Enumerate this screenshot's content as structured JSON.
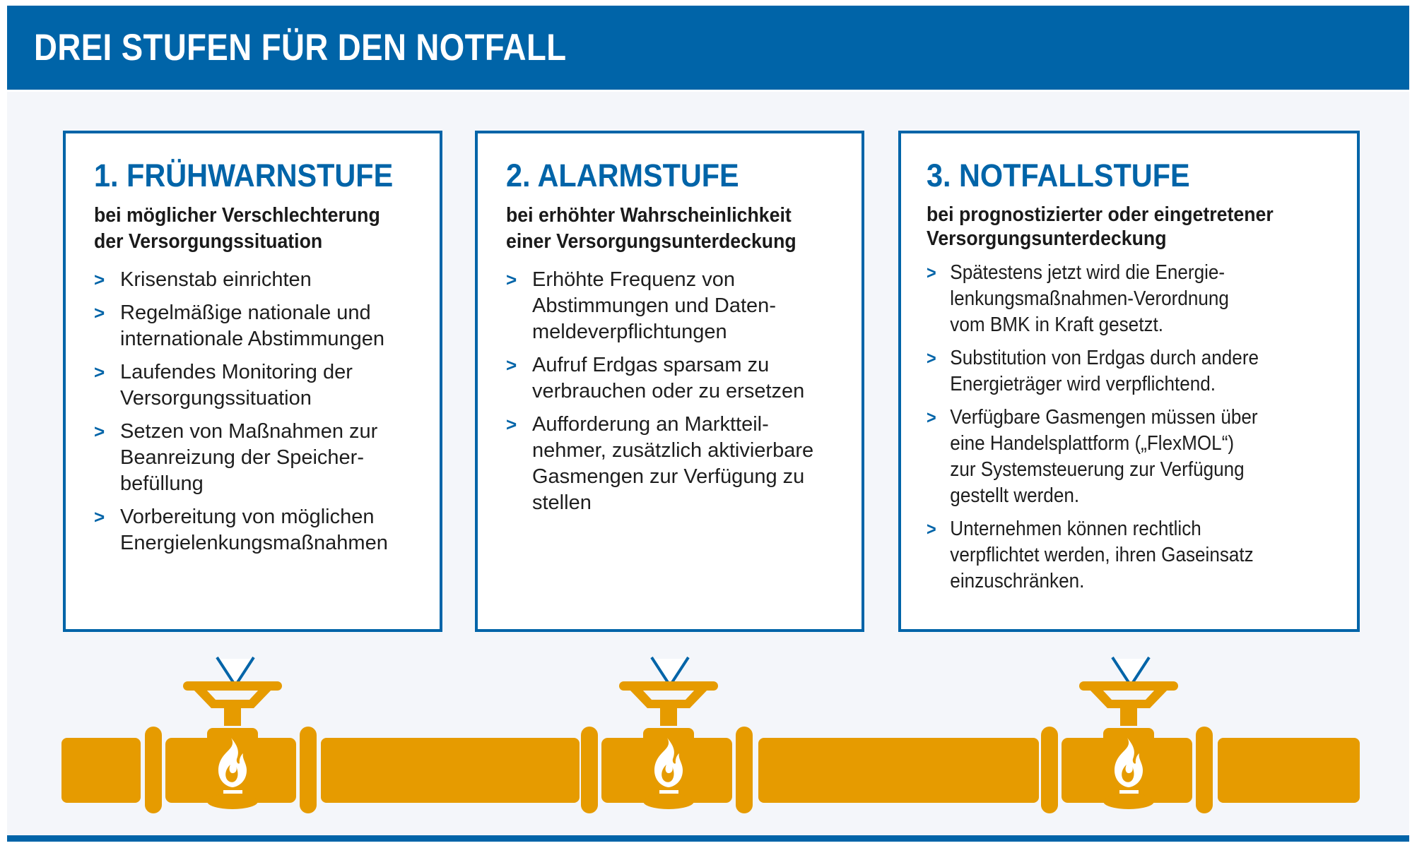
{
  "header": {
    "title": "DREI STUFEN FÜR DEN NOTFALL"
  },
  "colors": {
    "brand_blue": "#0064A8",
    "pipe_orange": "#E69B00",
    "panel_background": "#F4F6FA",
    "text_dark": "#1E1E1E"
  },
  "stages": [
    {
      "heading": "1. FRÜHWARNSTUFE",
      "subtitle_lines": [
        "bei möglicher Verschlechterung",
        "der Versorgungssituation"
      ],
      "bullet_glyph": ">",
      "bullets": [
        {
          "lines": [
            "Krisenstab einrichten"
          ]
        },
        {
          "lines": [
            "Regelmäßige nationale und",
            "internationale Abstimmungen"
          ]
        },
        {
          "lines": [
            "Laufendes Monitoring der",
            "Versorgungssituation"
          ]
        },
        {
          "lines": [
            "Setzen von Maßnahmen zur",
            "Beanreizung der Speicher-",
            "befüllung"
          ]
        },
        {
          "lines": [
            "Vorbereitung von möglichen",
            "Energielenkungsmaßnahmen"
          ]
        }
      ]
    },
    {
      "heading": "2. ALARMSTUFE",
      "subtitle_lines": [
        "bei erhöhter Wahrscheinlichkeit",
        "einer Versorgungsunterdeckung"
      ],
      "bullet_glyph": ">",
      "bullets": [
        {
          "lines": [
            "Erhöhte Frequenz von",
            "Abstimmungen und Daten-",
            "meldeverpflichtungen"
          ]
        },
        {
          "lines": [
            "Aufruf Erdgas sparsam zu",
            "verbrauchen oder zu ersetzen"
          ]
        },
        {
          "lines": [
            "Aufforderung an Marktteil-",
            "nehmer, zusätzlich aktivierbare",
            "Gasmengen zur Verfügung zu",
            "stellen"
          ]
        }
      ]
    },
    {
      "heading": "3. NOTFALLSTUFE",
      "subtitle_lines": [
        "bei prognostizierter oder eingetretener",
        "Versorgungsunterdeckung"
      ],
      "bullet_glyph": ">",
      "bullets": [
        {
          "lines": [
            "Spätestens jetzt wird die Energie-",
            "lenkungsmaßnahmen-Verordnung",
            "vom BMK in Kraft gesetzt."
          ]
        },
        {
          "lines": [
            "Substitution von Erdgas durch andere",
            "Energieträger wird verpflichtend."
          ]
        },
        {
          "lines": [
            "Verfügbare Gasmengen müssen über",
            "eine Handelsplattform („FlexMOL“)",
            "zur Systemsteuerung zur Verfügung",
            "gestellt werden."
          ]
        },
        {
          "lines": [
            "Unternehmen können rechtlich",
            "verpflichtet werden, ihren Gaseinsatz",
            "einzuschränken."
          ]
        }
      ]
    }
  ],
  "pipeline": {
    "icons": [
      "pipe-icon",
      "valve-handwheel-icon",
      "flame-icon"
    ],
    "valve_count": 3
  }
}
